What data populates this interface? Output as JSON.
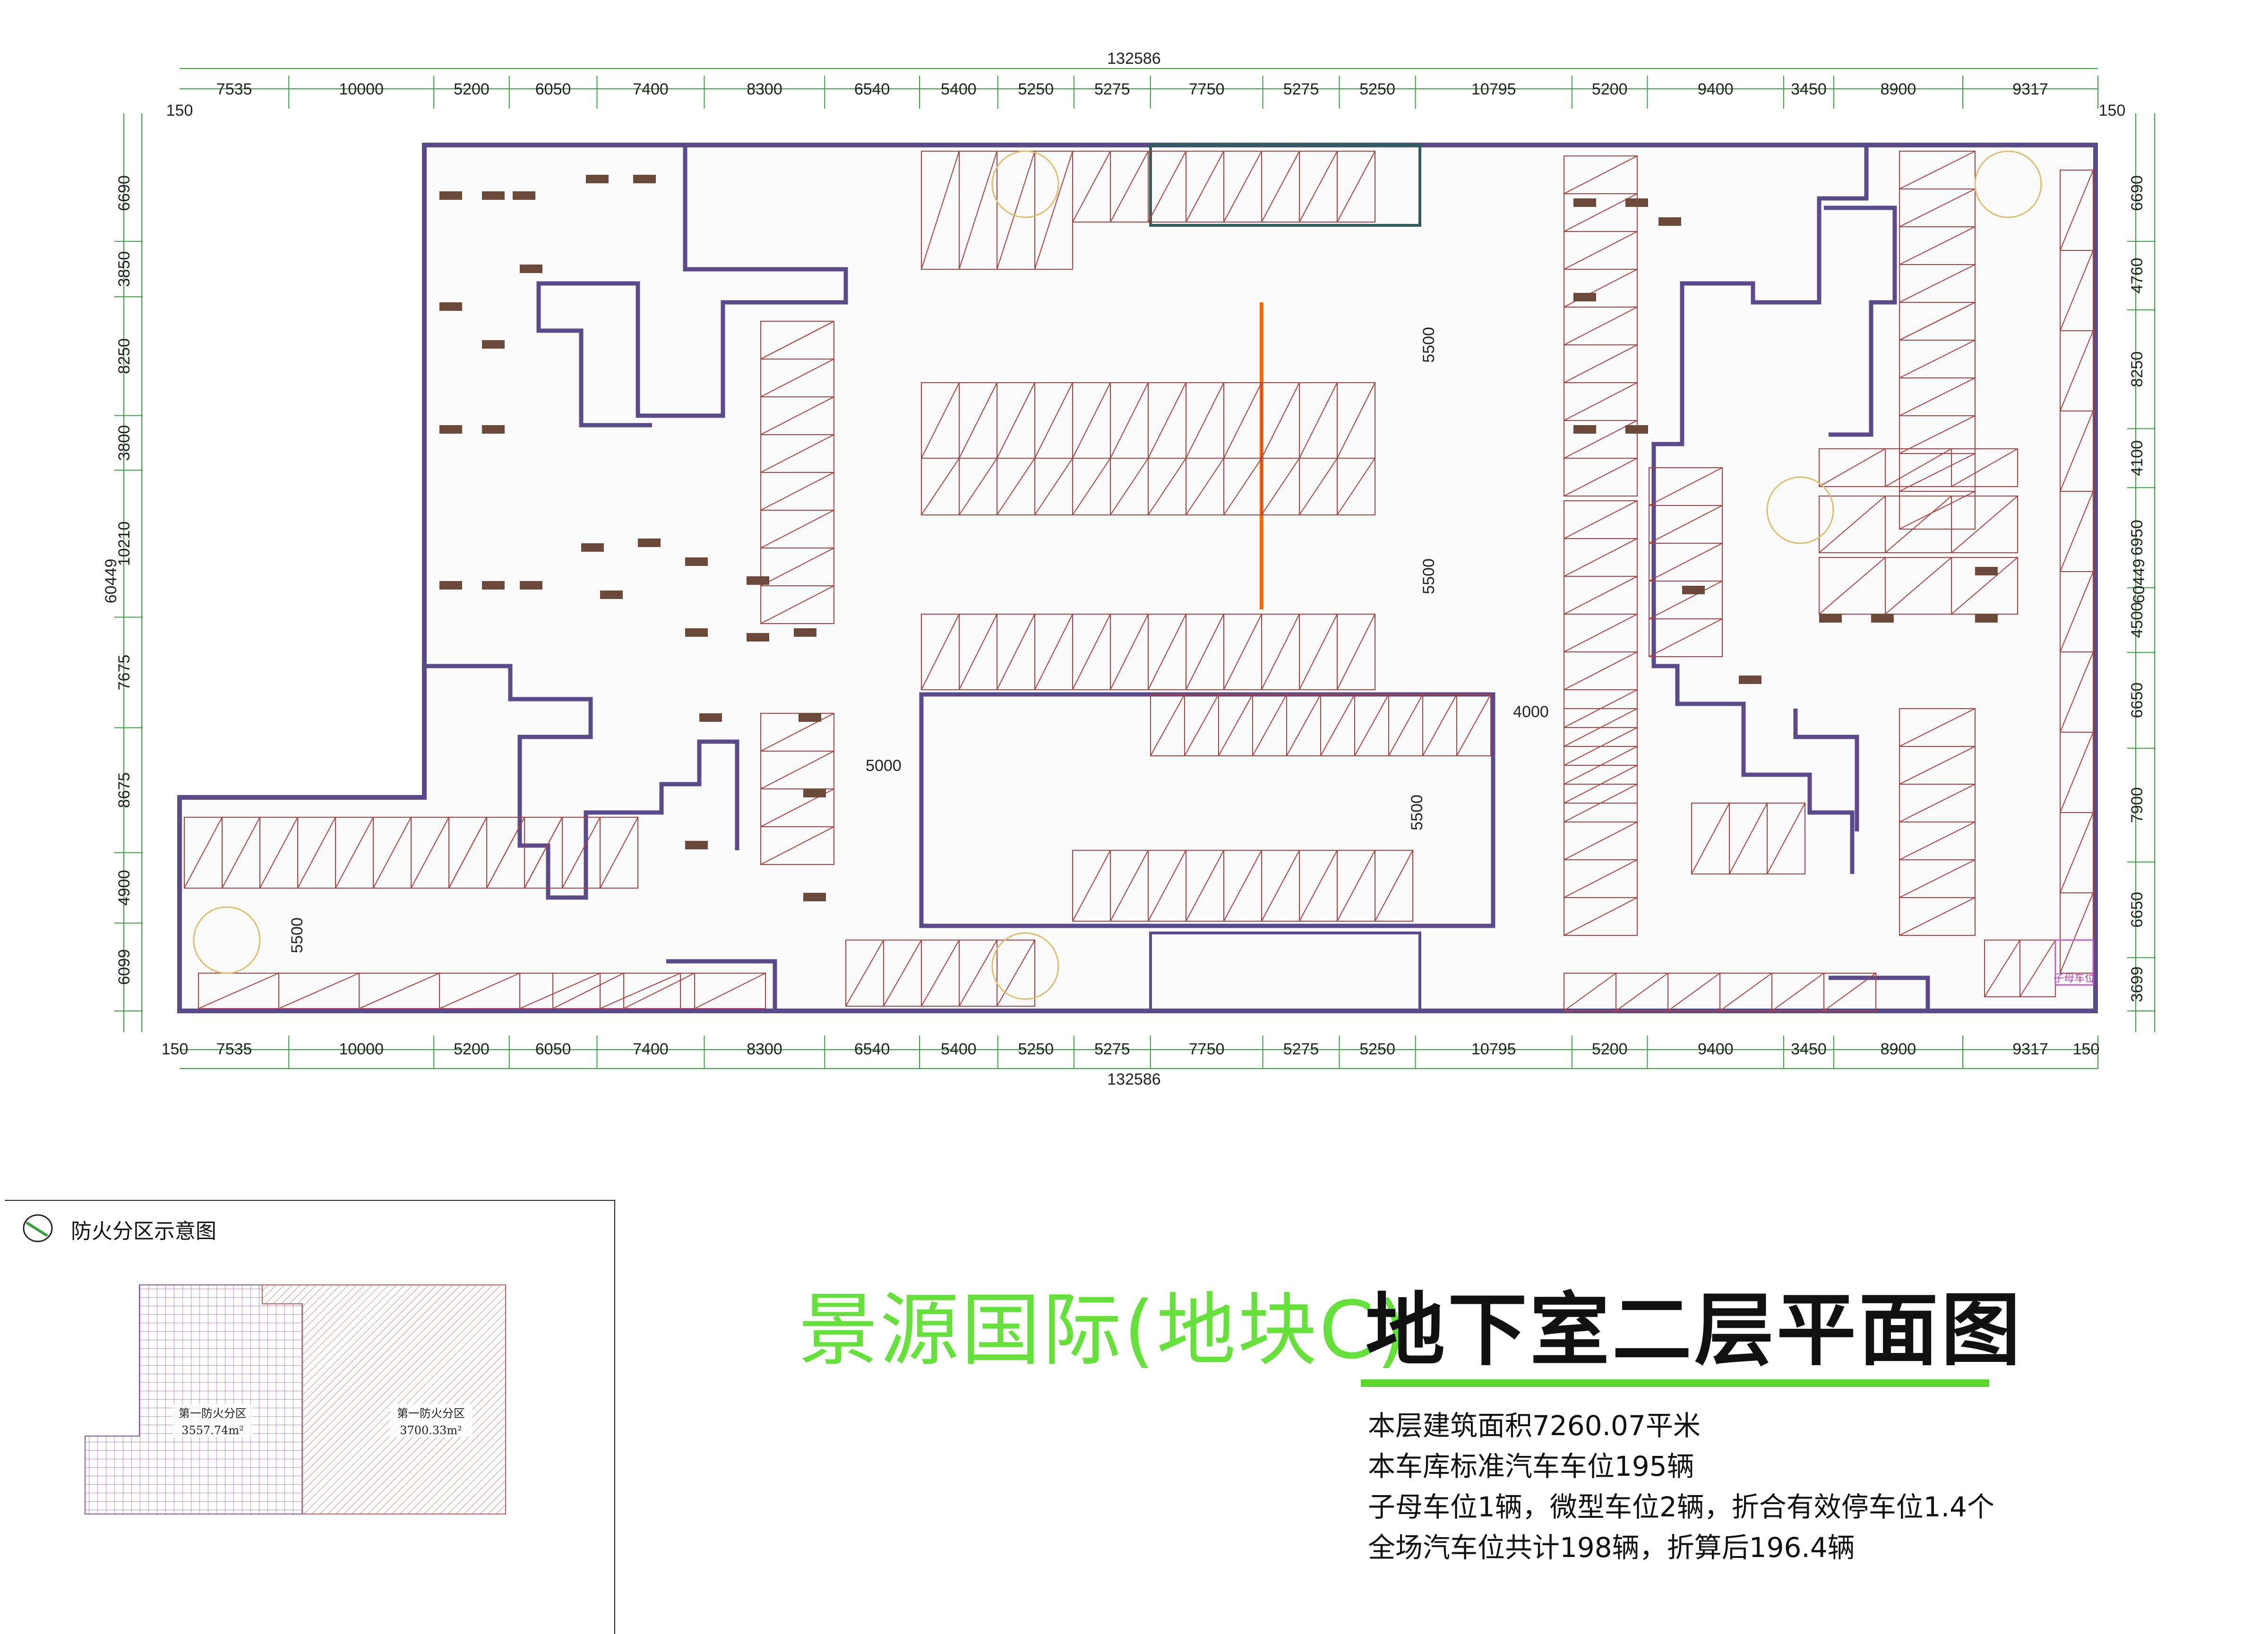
{
  "drawing": {
    "title_project": "景源国际(地块C)",
    "title_sheet": "地下室二层平面图",
    "notes": [
      "本层建筑面积7260.07平米",
      "本车库标准汽车车位195辆",
      "子母车位1辆，微型车位2辆，折合有效停车位1.4个",
      "全场汽车位共计198辆，折算后196.4辆"
    ]
  },
  "dimensions": {
    "overall_width": "132586",
    "overall_height": "60449",
    "edge": "150",
    "horizontal": [
      "7535",
      "10000",
      "5200",
      "6050",
      "7400",
      "8300",
      "6540",
      "5400",
      "5250",
      "5275",
      "7750",
      "5275",
      "5250",
      "10795",
      "5200",
      "9400",
      "3450",
      "8900",
      "9317"
    ],
    "left_vertical": [
      "6690",
      "3850",
      "8250",
      "3800",
      "10210",
      "7675",
      "8675",
      "4900",
      "6099"
    ],
    "right_vertical": [
      "6690",
      "4760",
      "8250",
      "4100",
      "6950",
      "4500",
      "6650",
      "7900",
      "6650",
      "3699"
    ],
    "aisle_widths": [
      "5500",
      "5500",
      "5500",
      "5500"
    ],
    "ramp_dims": [
      "5000",
      "4000"
    ]
  },
  "legend": {
    "title": "防火分区示意图",
    "zone1_name": "第一防火分区",
    "zone1_area": "3557.74m²",
    "zone2_name": "第一防火分区",
    "zone2_area": "3700.33m²"
  },
  "labels": {
    "special_space": "子母车位"
  },
  "colors": {
    "wall": "#5a4a8a",
    "parking_stall": "#b04040",
    "title_green": "#66e03a",
    "underline": "#5cd62c",
    "column": "#6b4a3a",
    "fire_door": "#ff6a00"
  }
}
